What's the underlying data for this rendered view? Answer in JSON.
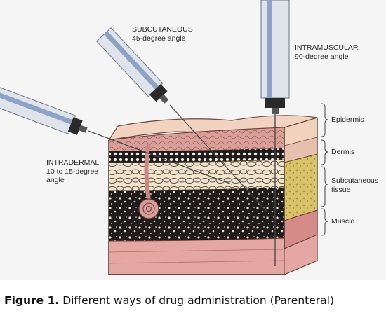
{
  "labels": {
    "subcutaneous": {
      "line1": "SUBCUTANEOUS",
      "line2": "45-degree angle"
    },
    "intramuscular": {
      "line1": "INTRAMUSCULAR",
      "line2": "90-degree angle"
    },
    "intradermal": {
      "line1": "INTRADERMAL",
      "line2": "10 to 15-degree",
      "line3": "angle"
    },
    "layers": {
      "epidermis": "Epidermis",
      "dermis": "Dermis",
      "subcutaneous_line1": "Subcutaneous",
      "subcutaneous_line2": "tissue",
      "muscle": "Muscle"
    }
  },
  "caption": {
    "label": "Figure 1.",
    "text": " Different ways of drug administration (Parenteral)"
  },
  "colors": {
    "epidermis": "#f2d3c0",
    "dermis": "#d9a09a",
    "subcutaneous": "#f1e4cf",
    "fat_side": "#d8c36a",
    "muscle": "#1e1b1a",
    "muscle_side": "#d58b87",
    "bottom_muscle": "#e4a7a4",
    "syringe_barrel": "#dfe3ea",
    "syringe_stripe": "#8ea2c6",
    "hub": "#2a2a2a",
    "figure_background": "#f5f5f5"
  }
}
